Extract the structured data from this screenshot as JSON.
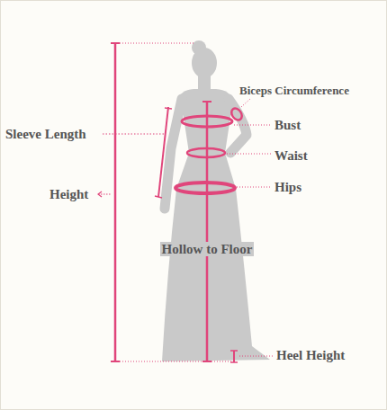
{
  "diagram": {
    "labels": [
      "Biceps Circumference",
      "Bust",
      "Waist",
      "Hips",
      "Sleeve Length",
      "Height",
      "Hollow to Floor",
      "Heel Height"
    ]
  }
}
